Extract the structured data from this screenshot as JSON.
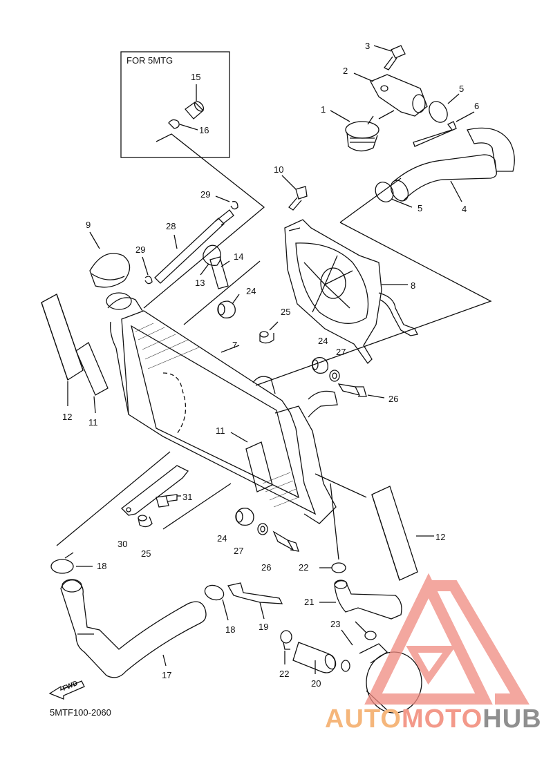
{
  "inset_label": "FOR 5MTG",
  "diagram_code": "5MTF100-2060",
  "fwd_label": "FWD",
  "watermark": {
    "part_a": "AUTO",
    "part_b": "MOTO",
    "part_c": "HUB"
  },
  "callouts": [
    {
      "id": "c1",
      "text": "1"
    },
    {
      "id": "c2",
      "text": "2"
    },
    {
      "id": "c3",
      "text": "3"
    },
    {
      "id": "c4",
      "text": "4"
    },
    {
      "id": "c5a",
      "text": "5"
    },
    {
      "id": "c5b",
      "text": "5"
    },
    {
      "id": "c6",
      "text": "6"
    },
    {
      "id": "c7",
      "text": "7"
    },
    {
      "id": "c8",
      "text": "8"
    },
    {
      "id": "c9",
      "text": "9"
    },
    {
      "id": "c10",
      "text": "10"
    },
    {
      "id": "c11a",
      "text": "11"
    },
    {
      "id": "c11b",
      "text": "11"
    },
    {
      "id": "c12a",
      "text": "12"
    },
    {
      "id": "c12b",
      "text": "12"
    },
    {
      "id": "c13",
      "text": "13"
    },
    {
      "id": "c14",
      "text": "14"
    },
    {
      "id": "c15",
      "text": "15"
    },
    {
      "id": "c16",
      "text": "16"
    },
    {
      "id": "c17",
      "text": "17"
    },
    {
      "id": "c18a",
      "text": "18"
    },
    {
      "id": "c18b",
      "text": "18"
    },
    {
      "id": "c19",
      "text": "19"
    },
    {
      "id": "c20",
      "text": "20"
    },
    {
      "id": "c21",
      "text": "21"
    },
    {
      "id": "c22a",
      "text": "22"
    },
    {
      "id": "c22b",
      "text": "22"
    },
    {
      "id": "c23",
      "text": "23"
    },
    {
      "id": "c24a",
      "text": "24"
    },
    {
      "id": "c24b",
      "text": "24"
    },
    {
      "id": "c24c",
      "text": "24"
    },
    {
      "id": "c25a",
      "text": "25"
    },
    {
      "id": "c25b",
      "text": "25"
    },
    {
      "id": "c26a",
      "text": "26"
    },
    {
      "id": "c26b",
      "text": "26"
    },
    {
      "id": "c27a",
      "text": "27"
    },
    {
      "id": "c27b",
      "text": "27"
    },
    {
      "id": "c28",
      "text": "28"
    },
    {
      "id": "c29a",
      "text": "29"
    },
    {
      "id": "c29b",
      "text": "29"
    },
    {
      "id": "c30",
      "text": "30"
    },
    {
      "id": "c31",
      "text": "31"
    }
  ],
  "colors": {
    "line": "#111111",
    "watermark_red": "#f08a80",
    "watermark_orange": "#f5b67b",
    "watermark_gray": "#8f8f8f"
  }
}
